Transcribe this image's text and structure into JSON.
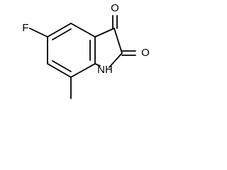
{
  "molecule": {
    "labels": {
      "fluorine": "F",
      "oxygen_top": "O",
      "oxygen_right": "O",
      "amine": "NH"
    },
    "colors": {
      "ink": "#000000",
      "background": "#ffffff"
    }
  }
}
